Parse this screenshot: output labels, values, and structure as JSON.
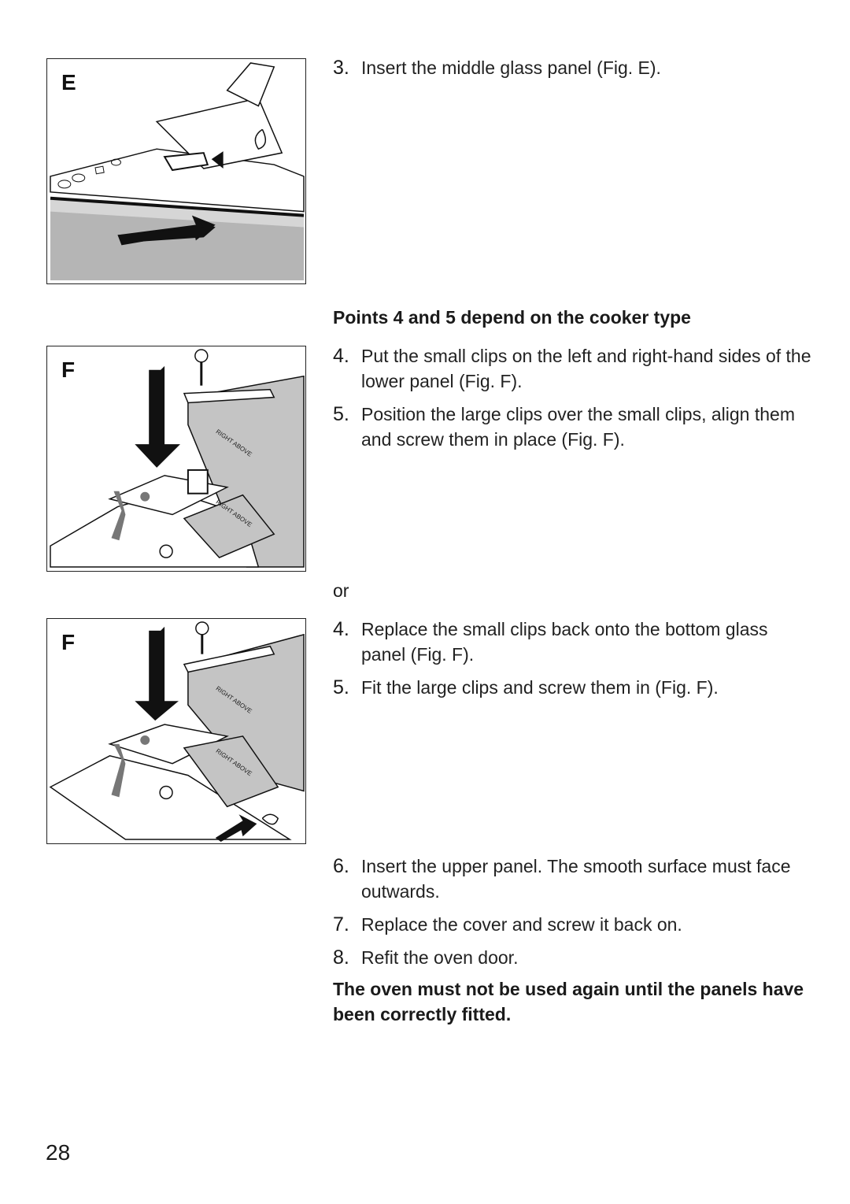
{
  "figures": [
    {
      "letter": "E"
    },
    {
      "letter": "F"
    },
    {
      "letter": "F"
    }
  ],
  "steps_a": [
    {
      "num": "3.",
      "text": "Insert the middle glass panel (Fig. E)."
    }
  ],
  "heading_points": "Points 4 and 5 depend on the cooker type",
  "steps_b": [
    {
      "num": "4.",
      "text": "Put the small clips on the left and right-hand sides of the lower panel (Fig. F)."
    },
    {
      "num": "5.",
      "text": "Position the large clips over the small clips, align them and screw them in place (Fig. F)."
    }
  ],
  "or_label": "or",
  "steps_c": [
    {
      "num": "4.",
      "text": "Replace the small clips back onto the bottom glass panel (Fig. F)."
    },
    {
      "num": "5.",
      "text": "Fit the large clips and screw them in (Fig. F)."
    }
  ],
  "steps_d": [
    {
      "num": "6.",
      "text": "Insert the upper panel. The smooth surface must face outwards."
    },
    {
      "num": "7.",
      "text": "Replace the cover and screw it back on."
    },
    {
      "num": "8.",
      "text": "Refit the oven door."
    }
  ],
  "warning": "The oven must not be used again until the panels have been correctly fitted.",
  "panel_marking": "RIGHT ABOVE",
  "page_number": "28"
}
